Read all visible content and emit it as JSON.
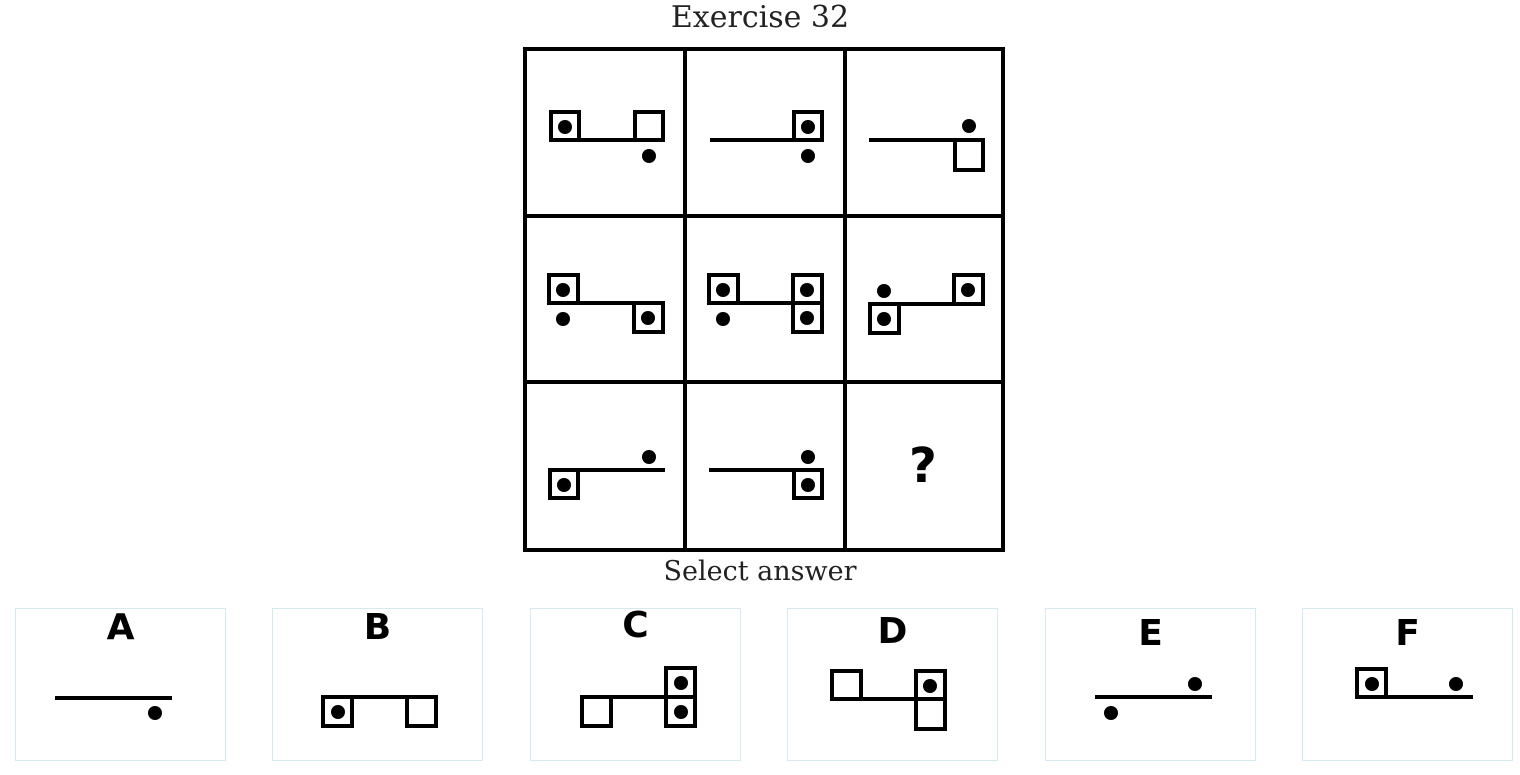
{
  "exercise": {
    "title": "Exercise 32"
  },
  "puzzle": {
    "rows": 3,
    "columns": 3,
    "missing_cell_symbol": "?",
    "cells": [
      {
        "row": 1,
        "col": 1,
        "description": "line with boxed dot at left end, empty box at right end, dot below right"
      },
      {
        "row": 1,
        "col": 2,
        "description": "line with boxed dot at right end, dot below right"
      },
      {
        "row": 1,
        "col": 3,
        "description": "line, dot above right, empty box below right"
      },
      {
        "row": 2,
        "col": 1,
        "description": "boxed dot above left, dot below left, boxed dot below right"
      },
      {
        "row": 2,
        "col": 2,
        "description": "boxed dot left, dot below left, stacked boxed dots at right"
      },
      {
        "row": 2,
        "col": 3,
        "description": "dot above left, boxed dot below left, boxed dot above right"
      },
      {
        "row": 3,
        "col": 1,
        "description": "boxed dot below left, dot above right"
      },
      {
        "row": 3,
        "col": 2,
        "description": "dot above right, boxed dot below right"
      },
      {
        "row": 3,
        "col": 3,
        "description": "?"
      }
    ]
  },
  "answers": {
    "prompt": "Select answer",
    "options": [
      {
        "letter": "A"
      },
      {
        "letter": "B"
      },
      {
        "letter": "C"
      },
      {
        "letter": "D"
      },
      {
        "letter": "E"
      },
      {
        "letter": "F"
      }
    ]
  }
}
